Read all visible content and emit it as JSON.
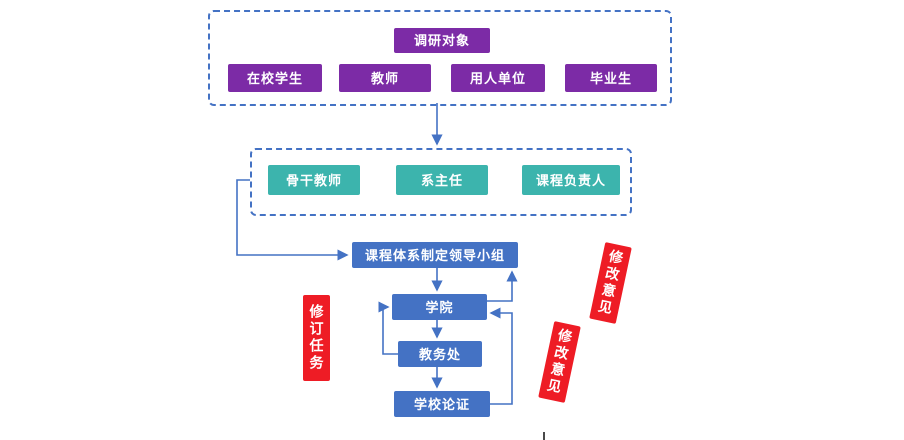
{
  "diagram": {
    "top_group": {
      "title": "调研对象",
      "items": [
        "在校学生",
        "教师",
        "用人单位",
        "毕业生"
      ]
    },
    "committee_group": {
      "items": [
        "骨干教师",
        "系主任",
        "课程负责人"
      ]
    },
    "flow_nodes": {
      "leading_group": "课程体系制定领导小组",
      "college": "学院",
      "academic_affairs": "教务处",
      "school_review": "学校论证"
    },
    "side_labels": {
      "revision_task": "修订任务",
      "feedback_top": "修改意见",
      "feedback_bottom": "修改意见"
    },
    "colors": {
      "purple": "#7C2BA6",
      "teal": "#3CB4AD",
      "blue": "#4472C4",
      "red": "#EE1C25",
      "line": "#4472C4",
      "dashed_border": "#4472C4"
    }
  }
}
